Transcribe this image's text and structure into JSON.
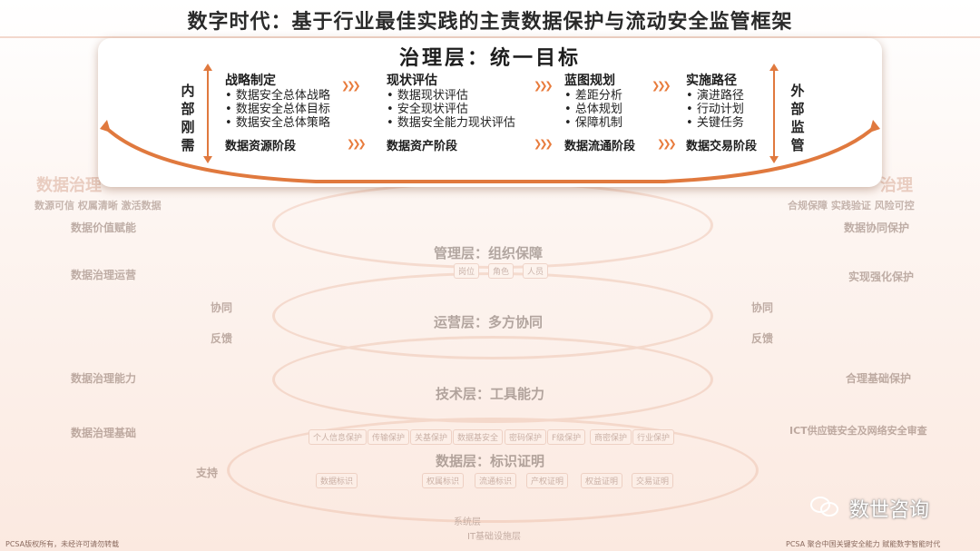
{
  "title": "数字时代：基于行业最佳实践的主责数据保护与流动安全监管框架",
  "panel": {
    "title": "治理层：统一目标",
    "left_label": "内部刚需",
    "right_label": "外部监管",
    "columns": [
      {
        "head": "战略制定",
        "items": [
          "数据安全总体战略",
          "数据安全总体目标",
          "数据安全总体策略"
        ],
        "stage": "数据资源阶段"
      },
      {
        "head": "现状评估",
        "items": [
          "数据现状评估",
          "安全现状评估",
          "数据安全能力现状评估"
        ],
        "stage": "数据资产阶段"
      },
      {
        "head": "蓝图规划",
        "items": [
          "差距分析",
          "总体规划",
          "保障机制"
        ],
        "stage": "数据流通阶段"
      },
      {
        "head": "实施路径",
        "items": [
          "演进路径",
          "行动计划",
          "关键任务"
        ],
        "stage": "数据交易阶段"
      }
    ]
  },
  "background": {
    "left_heading": "数据治理",
    "left_sub": "数源可信  权属清晰  激活数据",
    "left_blocks": [
      "数据价值赋能",
      "数据治理运营",
      "数据治理能力",
      "数据治理基础"
    ],
    "right_heading": "治理",
    "right_sub": "合规保障  实践验证  风险可控",
    "right_blocks": [
      "数据协同保护",
      "实现强化保护",
      "合理基础保护",
      "ICT供应链安全及网络安全审查"
    ],
    "layers": [
      "管理层：组织保障",
      "运营层：多方协同",
      "技术层：工具能力",
      "数据层：标识证明"
    ],
    "management_boxes": [
      "岗位",
      "角色",
      "人员"
    ],
    "tech_boxes": [
      "个人信息保护",
      "传输保护",
      "关基保护",
      "数据基安全",
      "密码保护",
      "F级保护",
      "商密保护",
      "行业保护"
    ],
    "data_boxes": [
      "数据标识",
      "权属标识",
      "流通标识",
      "产权证明",
      "权益证明",
      "交易证明"
    ],
    "bottom_rows": [
      "系统层",
      "IT基础设施层"
    ],
    "left_arrows": [
      "协同",
      "反馈",
      "支持"
    ],
    "right_arrows": [
      "协同",
      "反馈"
    ]
  },
  "footer_left": "PCSA版权所有，未经许可请勿转载",
  "footer_right": "PCSA 聚合中国关键安全能力  赋能数字智能时代",
  "watermark": "数世咨询",
  "colors": {
    "accent": "#e0793e",
    "arrow": "#e87b3c",
    "panel_border": "#f0b895"
  }
}
